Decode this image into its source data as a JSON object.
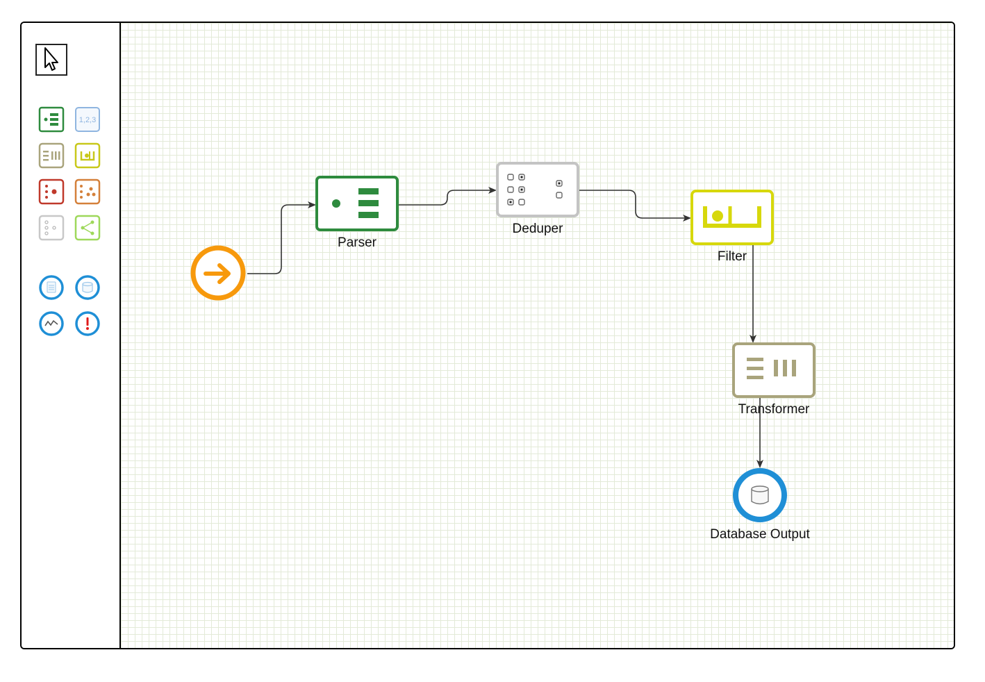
{
  "palette": {
    "tools": [
      {
        "name": "pointer-tool",
        "icon": "pointer-arrow-icon"
      },
      {
        "name": "parser-tool",
        "icon": "parser-icon",
        "color": "#2e8b3e"
      },
      {
        "name": "sequence-tool",
        "icon": "numbers-icon",
        "color": "#8fb5e0",
        "text": "1,2,3"
      },
      {
        "name": "transformer-tool",
        "icon": "transformer-icon",
        "color": "#a9a47c"
      },
      {
        "name": "filter-tool",
        "icon": "filter-icon",
        "color": "#c8c81a"
      },
      {
        "name": "red-tool",
        "icon": "splitter-icon",
        "color": "#c0392b"
      },
      {
        "name": "orange-tool",
        "icon": "aggregator-icon",
        "color": "#d4803a"
      },
      {
        "name": "deduper-tool",
        "icon": "deduper-icon",
        "color": "#b8b8b8"
      },
      {
        "name": "router-tool",
        "icon": "router-icon",
        "color": "#9ed85a"
      },
      {
        "name": "file-output-tool",
        "icon": "file-icon",
        "color": "#1f8fd6"
      },
      {
        "name": "database-output-tool",
        "icon": "database-icon",
        "color": "#1f8fd6"
      },
      {
        "name": "monitor-output-tool",
        "icon": "chart-line-icon",
        "color": "#1f8fd6"
      },
      {
        "name": "error-output-tool",
        "icon": "exclamation-icon",
        "color": "#1f8fd6"
      }
    ]
  },
  "nodes": [
    {
      "id": "start",
      "label": "",
      "icon": "arrow-right-icon",
      "color": "#f7990c"
    },
    {
      "id": "parser",
      "label": "Parser",
      "icon": "parser-icon",
      "color": "#2e8b3e"
    },
    {
      "id": "deduper",
      "label": "Deduper",
      "icon": "deduper-icon",
      "color": "#b8b8b8"
    },
    {
      "id": "filter",
      "label": "Filter",
      "icon": "filter-icon",
      "color": "#d7d80c"
    },
    {
      "id": "transformer",
      "label": "Transformer",
      "icon": "transformer-icon",
      "color": "#a9a47c"
    },
    {
      "id": "dboutput",
      "label": "Database Output",
      "icon": "database-icon",
      "color": "#1f8fd6"
    }
  ],
  "edges": [
    {
      "from": "start",
      "to": "parser"
    },
    {
      "from": "parser",
      "to": "deduper"
    },
    {
      "from": "deduper",
      "to": "filter"
    },
    {
      "from": "filter",
      "to": "transformer"
    },
    {
      "from": "transformer",
      "to": "dboutput"
    }
  ]
}
